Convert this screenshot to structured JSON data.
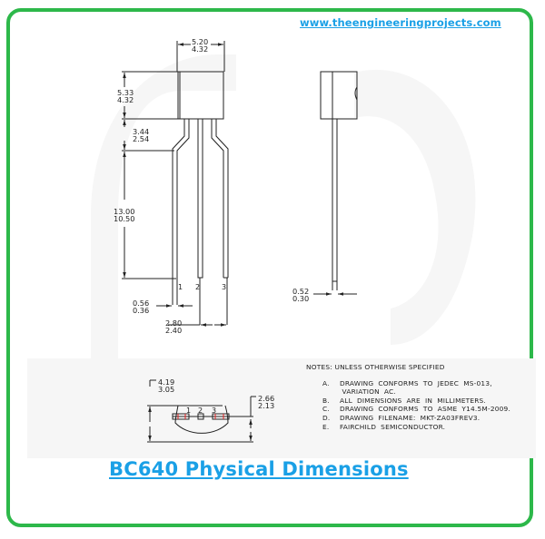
{
  "header": {
    "site_link": "www.theengineeringprojects.com"
  },
  "diagram": {
    "front_view": {
      "body_width": {
        "max": "5.20",
        "min": "4.32"
      },
      "body_height": {
        "max": "5.33",
        "min": "4.32"
      },
      "lead_bend": {
        "max": "3.44",
        "min": "2.54"
      },
      "lead_length": {
        "max": "13.00",
        "min": "10.50"
      },
      "lead_width": {
        "max": "0.56",
        "min": "0.36"
      },
      "lead_pitch": {
        "max": "2.80",
        "min": "2.40"
      },
      "pins": [
        "1",
        "2",
        "3"
      ]
    },
    "side_view": {
      "lead_thickness": {
        "max": "0.52",
        "min": "0.30"
      }
    },
    "bottom_view": {
      "total_height": {
        "max": "4.19",
        "min": "3.05"
      },
      "flat_height": {
        "max": "2.66",
        "min": "2.13"
      },
      "pins": [
        "1",
        "2",
        "3"
      ]
    },
    "colors": {
      "frame": "#2db84a",
      "link": "#1aa0e6",
      "line": "#222222",
      "marker": "#e02020"
    }
  },
  "notes": {
    "heading": "NOTES:  UNLESS  OTHERWISE  SPECIFIED",
    "items": [
      {
        "label": "A.",
        "text": "DRAWING  CONFORMS  TO  JEDEC  MS-013,"
      },
      {
        "label": "",
        "text": " VARIATION  AC."
      },
      {
        "label": "B.",
        "text": "ALL  DIMENSIONS  ARE  IN  MILLIMETERS."
      },
      {
        "label": "C.",
        "text": "DRAWING  CONFORMS  TO  ASME  Y14.5M-2009."
      },
      {
        "label": "D.",
        "text": "DRAWING  FILENAME:  MKT-ZA03FREV3."
      },
      {
        "label": "E.",
        "text": "FAIRCHILD  SEMICONDUCTOR."
      }
    ]
  },
  "footer": {
    "title": "BC640 Physical Dimensions"
  }
}
